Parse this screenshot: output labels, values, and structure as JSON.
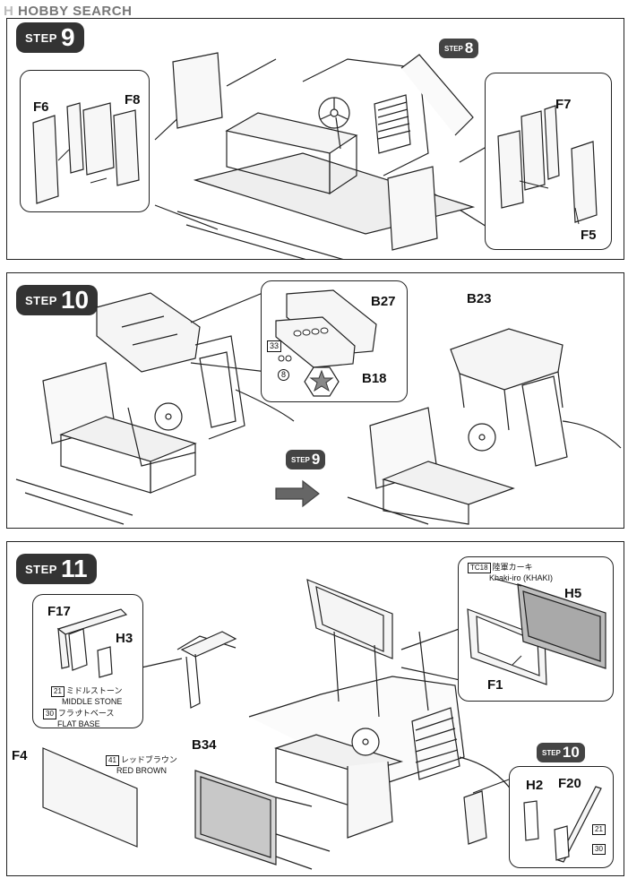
{
  "watermark": {
    "mark": "H",
    "text": "HOBBY SEARCH"
  },
  "steps": {
    "s9": {
      "word": "STEP",
      "num": "9",
      "ref_word": "STEP",
      "ref_num": "8",
      "parts": {
        "f6": "F6",
        "f8": "F8",
        "f7": "F7",
        "f5": "F5"
      }
    },
    "s10": {
      "word": "STEP",
      "num": "10",
      "ref_word": "STEP",
      "ref_num": "9",
      "parts": {
        "b27": "B27",
        "b18": "B18",
        "b23": "B23"
      },
      "callouts": {
        "c33": "33",
        "c8": "8"
      }
    },
    "s11": {
      "word": "STEP",
      "num": "11",
      "ref_word": "STEP",
      "ref_num": "10",
      "parts": {
        "f17": "F17",
        "h3": "H3",
        "h5": "H5",
        "f1": "F1",
        "f4": "F4",
        "b34": "B34",
        "h2": "H2",
        "f20": "F20"
      },
      "paints": {
        "tc18": {
          "code": "TC18",
          "jp": "陸軍カーキ",
          "en": "Khaki-iro (KHAKI)"
        },
        "p21": {
          "code": "21",
          "jp": "ミドルストーン",
          "en": "MIDDLE STONE"
        },
        "plus": "+",
        "p30": {
          "code": "30",
          "jp": "フラットベース",
          "en": "FLAT BASE"
        },
        "p41": {
          "code": "41",
          "jp": "レッドブラウン",
          "en": "RED BROWN"
        },
        "mini21": "21",
        "mini30": "30"
      }
    }
  }
}
